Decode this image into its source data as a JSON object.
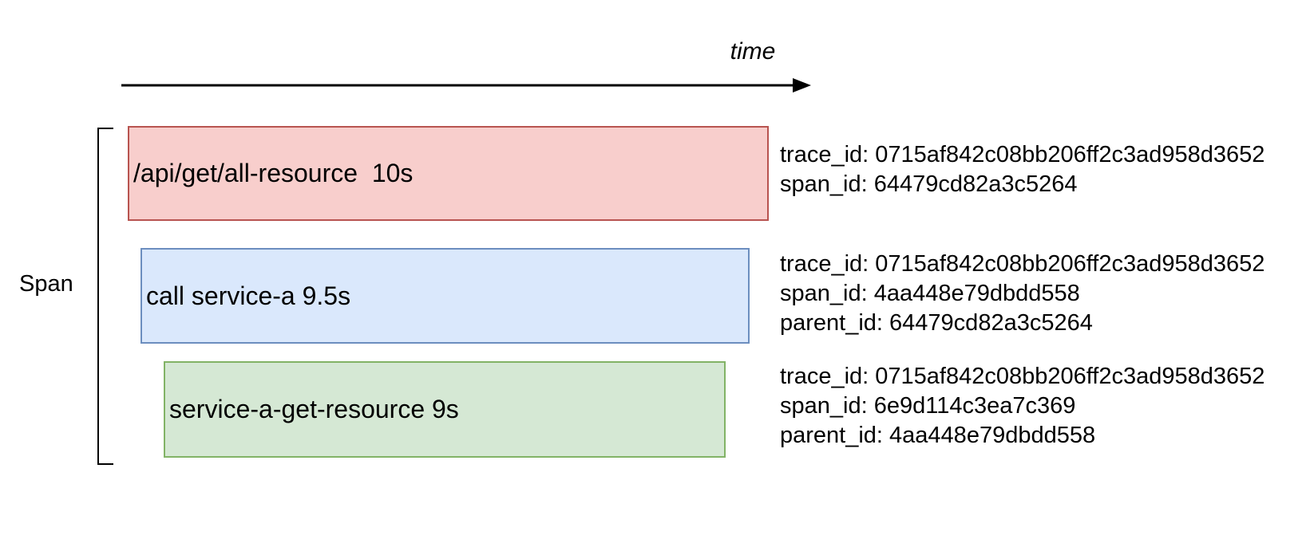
{
  "diagram": {
    "title": "trace-span-waterfall",
    "time_axis_label": "time",
    "span_group_label": "Span",
    "colors": {
      "span1_fill": "#F8CECC",
      "span1_stroke": "#B85450",
      "span2_fill": "#DAE8FC",
      "span2_stroke": "#6C8EBF",
      "span3_fill": "#D5E8D4",
      "span3_stroke": "#82B366",
      "line": "#000000"
    },
    "spans": [
      {
        "label": "/api/get/all-resource  10s",
        "name": "/api/get/all-resource",
        "duration": "10s",
        "annotations": {
          "trace_id": "trace_id: 0715af842c08bb206ff2c3ad958d3652",
          "span_id": "span_id: 64479cd82a3c5264"
        }
      },
      {
        "label": "call service-a 9.5s",
        "name": "call service-a",
        "duration": "9.5s",
        "annotations": {
          "trace_id": "trace_id: 0715af842c08bb206ff2c3ad958d3652",
          "span_id": "span_id: 4aa448e79dbdd558",
          "parent_id": "parent_id: 64479cd82a3c5264"
        }
      },
      {
        "label": "service-a-get-resource 9s",
        "name": "service-a-get-resource",
        "duration": "9s",
        "annotations": {
          "trace_id": "trace_id: 0715af842c08bb206ff2c3ad958d3652",
          "span_id": "span_id: 6e9d114c3ea7c369",
          "parent_id": "parent_id: 4aa448e79dbdd558"
        }
      }
    ]
  }
}
